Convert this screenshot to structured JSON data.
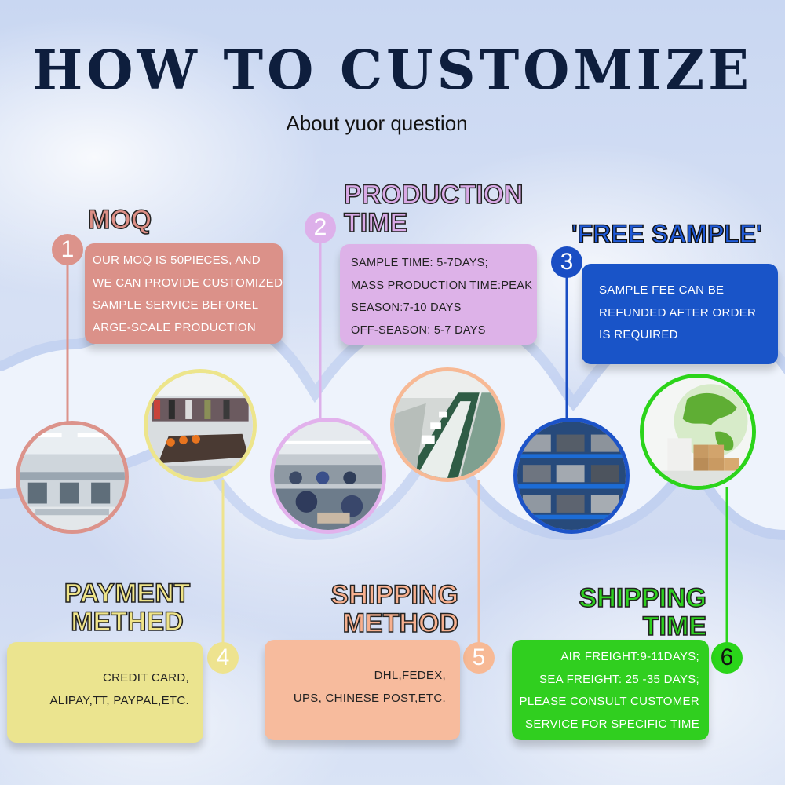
{
  "header": {
    "title": "HOW TO CUSTOMIZE",
    "subtitle": "About yuor question"
  },
  "steps": [
    {
      "number": "1",
      "heading_lines": [
        "MOQ"
      ],
      "lines": [
        "OUR MOQ IS 50PIECES, AND",
        "WE CAN PROVIDE CUSTOMIZED",
        "SAMPLE SERVICE BEFOREL",
        "ARGE-SCALE PRODUCTION"
      ],
      "color": "#db9189"
    },
    {
      "number": "2",
      "heading_lines": [
        "PRODUCTION",
        "TIME"
      ],
      "lines": [
        "SAMPLE TIME: 5-7DAYS;",
        "MASS PRODUCTION TIME:PEAK",
        "SEASON:7-10 DAYS",
        "OFF-SEASON: 5-7 DAYS"
      ],
      "color": "#ddb2e8"
    },
    {
      "number": "3",
      "heading_lines": [
        "'FREE SAMPLE'"
      ],
      "lines": [
        "SAMPLE FEE CAN BE",
        "REFUNDED AFTER ORDER",
        "IS REQUIRED"
      ],
      "color": "#1954c8"
    },
    {
      "number": "4",
      "heading_lines": [
        "PAYMENT",
        "METHED"
      ],
      "lines": [
        "CREDIT CARD,",
        "ALIPAY,TT, PAYPAL,ETC."
      ],
      "color": "#ebe48f"
    },
    {
      "number": "5",
      "heading_lines": [
        "SHIPPING",
        "METHOD"
      ],
      "lines": [
        "DHL,FEDEX,",
        "UPS, CHINESE POST,ETC."
      ],
      "color": "#f7bb9d"
    },
    {
      "number": "6",
      "heading_lines": [
        "SHIPPING",
        "TIME"
      ],
      "lines": [
        "AIR FREIGHT:9-11DAYS;",
        "SEA FREIGHT: 25 -35 DAYS;",
        "PLEASE CONSULT CUSTOMER",
        "SERVICE FOR SPECIFIC TIME"
      ],
      "color": "#30cf1f"
    }
  ],
  "photos": [
    {
      "subject": "office-workspace"
    },
    {
      "subject": "showroom-meeting-table"
    },
    {
      "subject": "sewing-workshop"
    },
    {
      "subject": "production-line"
    },
    {
      "subject": "garment-warehouse-shelves"
    },
    {
      "subject": "globe-with-shipping-boxes"
    }
  ]
}
